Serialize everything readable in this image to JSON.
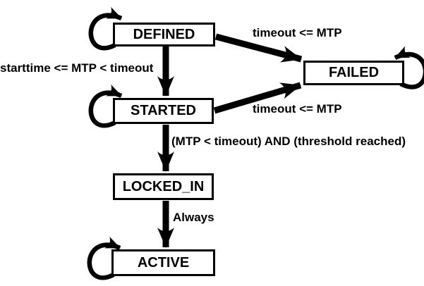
{
  "diagram": {
    "type": "state-machine",
    "colors": {
      "ink": "#000000",
      "background": "#ffffff"
    },
    "states": [
      {
        "id": "defined",
        "label": "DEFINED"
      },
      {
        "id": "failed",
        "label": "FAILED"
      },
      {
        "id": "started",
        "label": "STARTED"
      },
      {
        "id": "locked_in",
        "label": "LOCKED_IN"
      },
      {
        "id": "active",
        "label": "ACTIVE"
      }
    ],
    "transitions": [
      {
        "from": "DEFINED",
        "to": "STARTED",
        "label": "starttime <= MTP < timeout"
      },
      {
        "from": "DEFINED",
        "to": "FAILED",
        "label": "timeout <= MTP"
      },
      {
        "from": "STARTED",
        "to": "FAILED",
        "label": "timeout <= MTP"
      },
      {
        "from": "STARTED",
        "to": "LOCKED_IN",
        "label": "(MTP < timeout) AND (threshold reached)"
      },
      {
        "from": "LOCKED_IN",
        "to": "ACTIVE",
        "label": "Always"
      },
      {
        "from": "DEFINED",
        "to": "DEFINED",
        "label": ""
      },
      {
        "from": "STARTED",
        "to": "STARTED",
        "label": ""
      },
      {
        "from": "ACTIVE",
        "to": "ACTIVE",
        "label": ""
      },
      {
        "from": "FAILED",
        "to": "FAILED",
        "label": ""
      }
    ]
  }
}
